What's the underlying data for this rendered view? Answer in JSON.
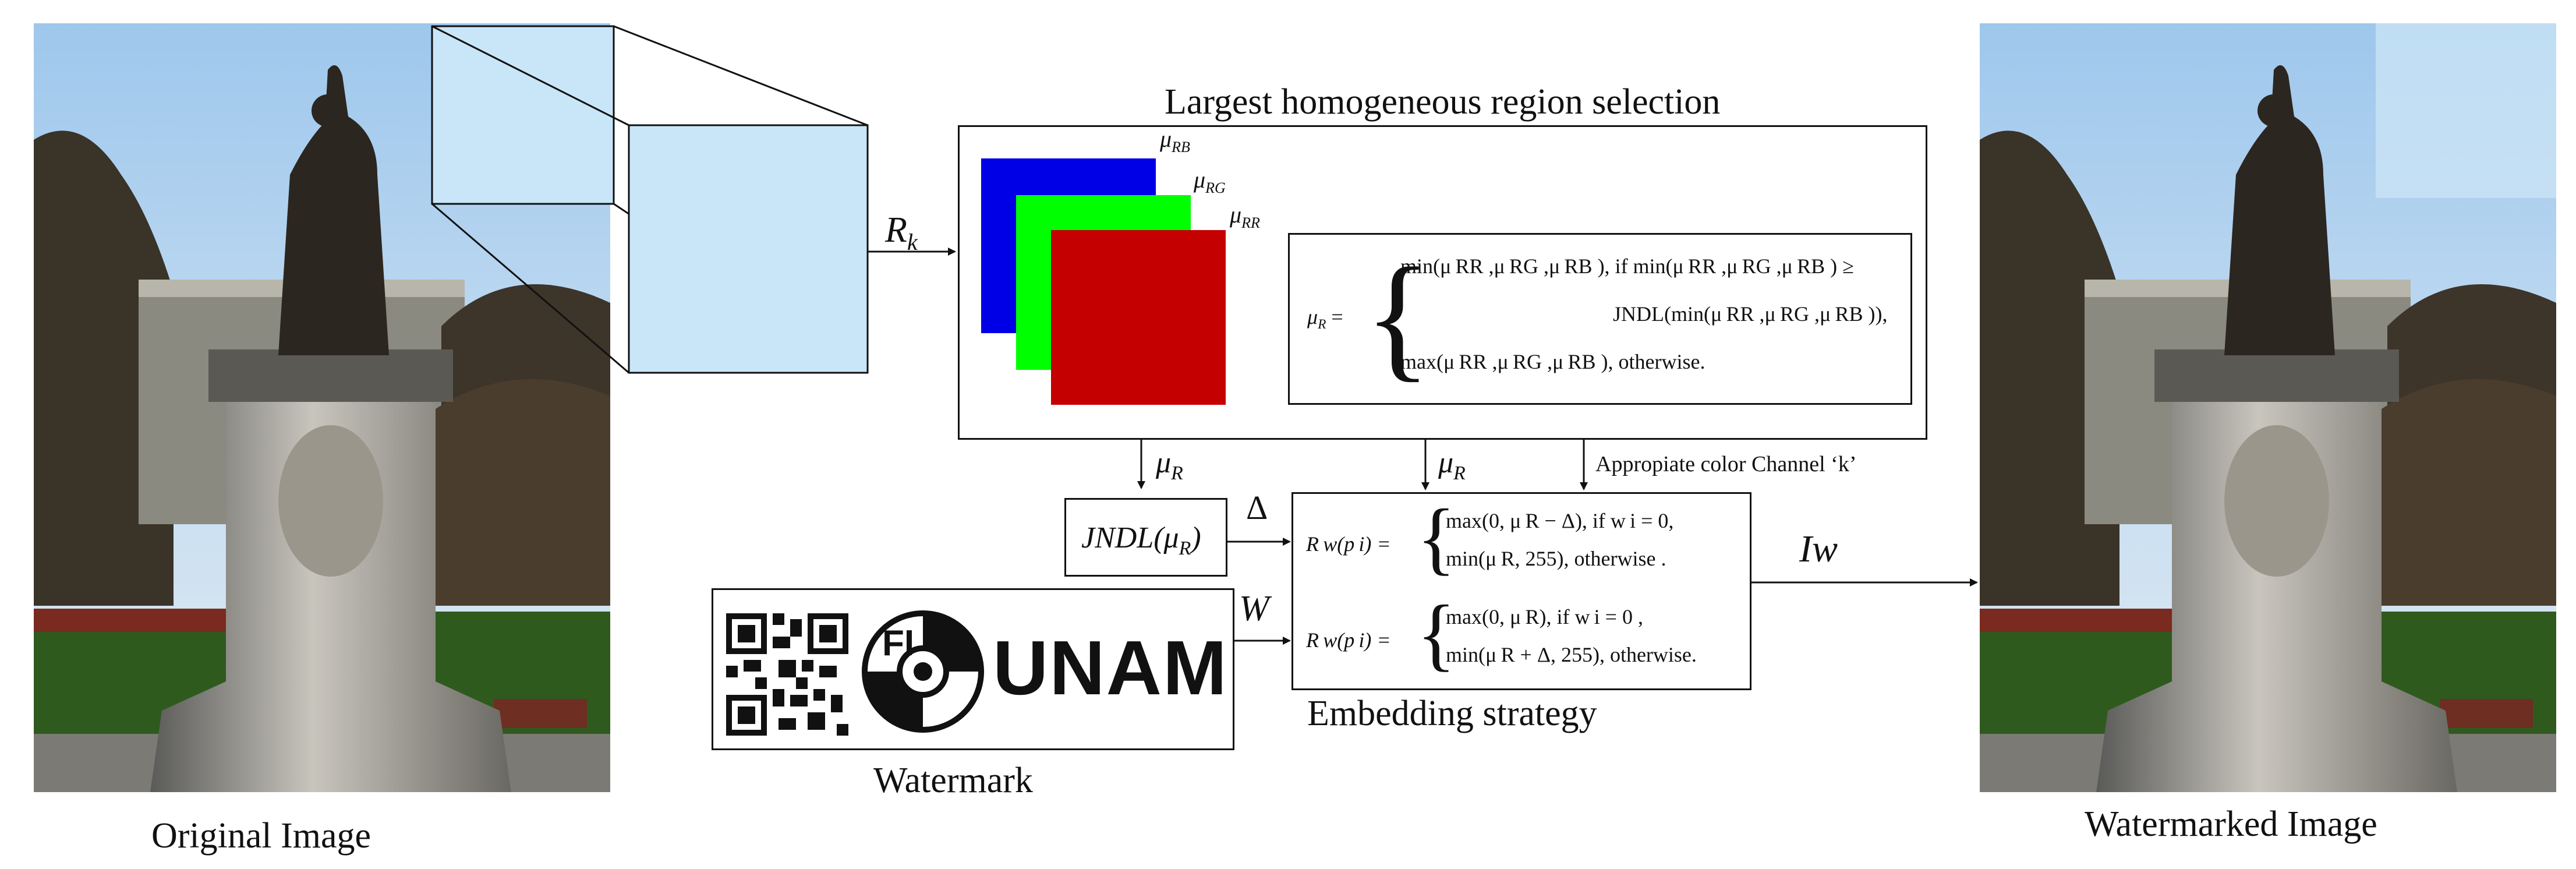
{
  "captions": {
    "original": "Original Image",
    "watermarked": "Watermarked Image",
    "watermark": "Watermark",
    "region_title": "Largest homogeneous region selection",
    "embedding_title": "Embedding strategy",
    "appropriate_channel": "Appropiate color Channel ‘k’"
  },
  "symbols": {
    "rk": "R",
    "rk_sub": "k",
    "mu": "μ",
    "mu_rb_sub": "RB",
    "mu_rg_sub": "RG",
    "mu_rr_sub": "RR",
    "mu_r_sub": "R",
    "delta": "Δ",
    "w": "W",
    "iw": "Iw"
  },
  "jndl_box": {
    "text": "JNDL(μ",
    "sub": "R",
    "close": ")"
  },
  "selection_formula": {
    "lhs": "μ",
    "lhs_sub": "R",
    "line1": "min(μ RR ,μ RG ,μ RB ),  if min(μ RR ,μ RG ,μ RB ) ≥",
    "line2": "JNDL(min(μ RR ,μ RG ,μ RB )),",
    "line3": "max(μ RR ,μ RG ,μ RB ),  otherwise."
  },
  "embedding_formula": {
    "f1_lhs": "R w(p i) =",
    "f1_line1": "max(0, μ R − Δ),   if w i = 0,",
    "f1_line2": "min(μ R, 255),       otherwise .",
    "f2_lhs": "R w(p i) =",
    "f2_line1": "max(0, μ R),                if w i = 0 ,",
    "f2_line2": "min(μ R + Δ, 255),   otherwise."
  },
  "watermark_logo": {
    "text": "UNAM",
    "emblem": "FI"
  },
  "colors": {
    "blue_channel": "#0000e6",
    "green_channel": "#00ff00",
    "red_channel": "#c40000",
    "selected_region": "#c8e8f8"
  }
}
